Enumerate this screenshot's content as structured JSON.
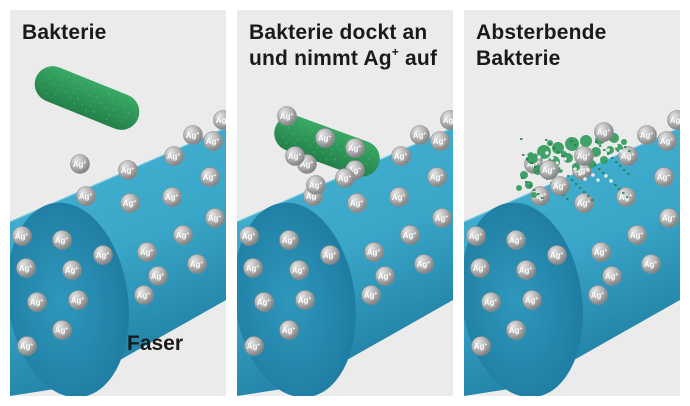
{
  "panels": [
    {
      "title_line1": "Bakterie",
      "title_line2": "",
      "title_sup": "",
      "title_after": "",
      "state": "free"
    },
    {
      "title_line1": "Bakterie dockt an",
      "title_line2": "und nimmt Ag",
      "title_sup": "+",
      "title_after": " auf",
      "state": "docked"
    },
    {
      "title_line1": "Absterbende",
      "title_line2": "Bakterie",
      "title_sup": "",
      "title_after": "",
      "state": "dying"
    }
  ],
  "fiber_label": "Faser",
  "ion": {
    "symbol": "Ag",
    "charge": "+"
  },
  "colors": {
    "background": "#ebebeb",
    "fiber_light": "#3aa6c8",
    "fiber_dark": "#1f7fa3",
    "fiber_end": "#2a8db2",
    "bacterium": "#2e9a5a",
    "ion": "#a9a9a9"
  }
}
